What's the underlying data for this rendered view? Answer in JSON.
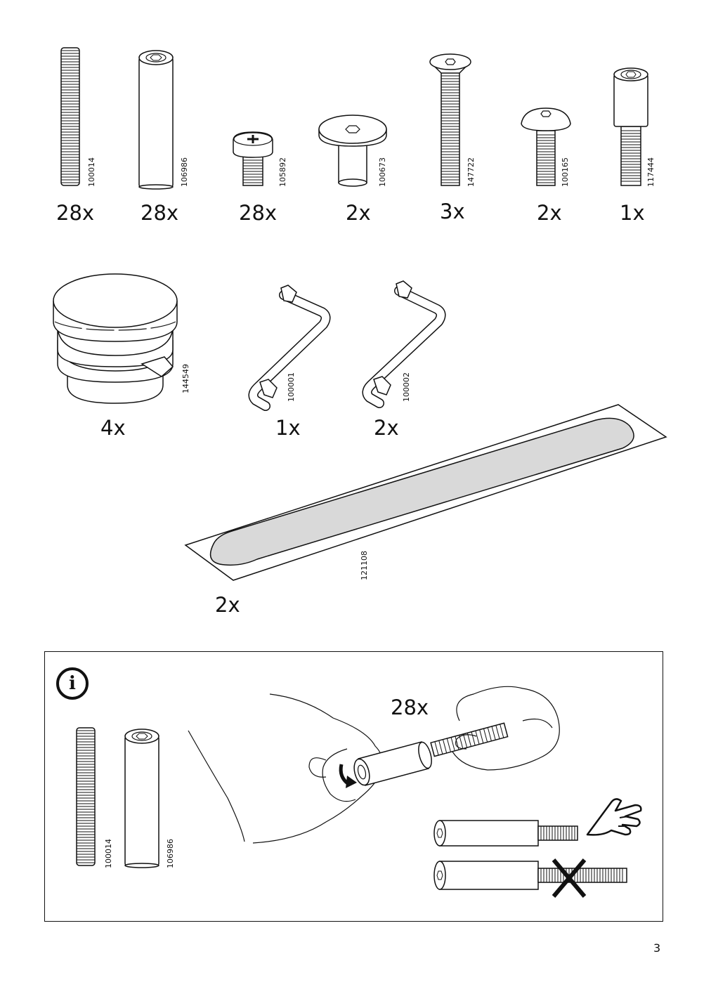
{
  "parts_row1": [
    {
      "code": "100014",
      "qty": "28x",
      "icon": "threaded-rod-icon"
    },
    {
      "code": "106986",
      "qty": "28x",
      "icon": "barrel-nut-icon"
    },
    {
      "code": "105892",
      "qty": "28x",
      "icon": "pan-head-screw-icon"
    },
    {
      "code": "100673",
      "qty": "2x",
      "icon": "connector-bolt-icon"
    },
    {
      "code": "147722",
      "qty": "3x",
      "icon": "countersunk-screw-icon"
    },
    {
      "code": "100165",
      "qty": "2x",
      "icon": "button-head-screw-icon"
    },
    {
      "code": "117444",
      "qty": "1x",
      "icon": "sleeve-screw-icon"
    }
  ],
  "parts_row2": [
    {
      "code": "144549",
      "qty": "4x",
      "icon": "foot-cap-icon"
    },
    {
      "code": "100001",
      "qty": "1x",
      "icon": "allen-key-icon"
    },
    {
      "code": "100002",
      "qty": "2x",
      "icon": "allen-key-icon"
    }
  ],
  "strip": {
    "code": "121108",
    "qty": "2x",
    "icon": "adhesive-strip-icon"
  },
  "info": {
    "symbol": "i",
    "rod_code": "100014",
    "nut_code": "106986",
    "qty": "28x"
  },
  "page_number": "3"
}
